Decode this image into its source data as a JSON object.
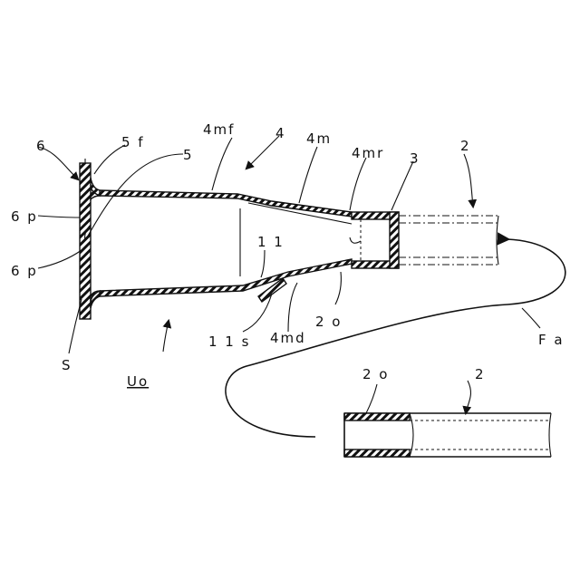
{
  "labels": {
    "l6": "6",
    "l5f": "5 f",
    "l5": "5",
    "l4mf": "4mf",
    "l4": "4",
    "l4m": "4m",
    "l4mr": "4mr",
    "l3": "3",
    "l2top": "2",
    "l6p1": "6 p",
    "l6p2": "6 p",
    "l11": "1 1",
    "l11s": "1 1 s",
    "l4md": "4md",
    "l2o": "2 o",
    "lFa": "F a",
    "lS": "S",
    "lUo": "Uo",
    "l2o_b": "2 o",
    "l2_b": "2"
  }
}
